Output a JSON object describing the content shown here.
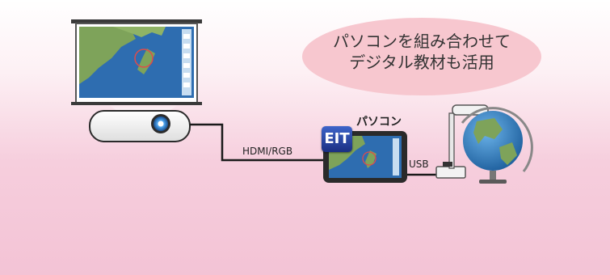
{
  "bubble": {
    "line1": "パソコンを組み合わせて",
    "line2": "デジタル教材も活用"
  },
  "labels": {
    "pc": "パソコン",
    "hdmi": "HDMI/RGB",
    "usb": "USB",
    "logo": "EIT"
  },
  "colors": {
    "bubble": "#f7c7cf",
    "cable": "#1a1a1a",
    "screen_frame": "#3b3b3b",
    "ocean": "#2e6db0",
    "land": "#7ea35a"
  }
}
